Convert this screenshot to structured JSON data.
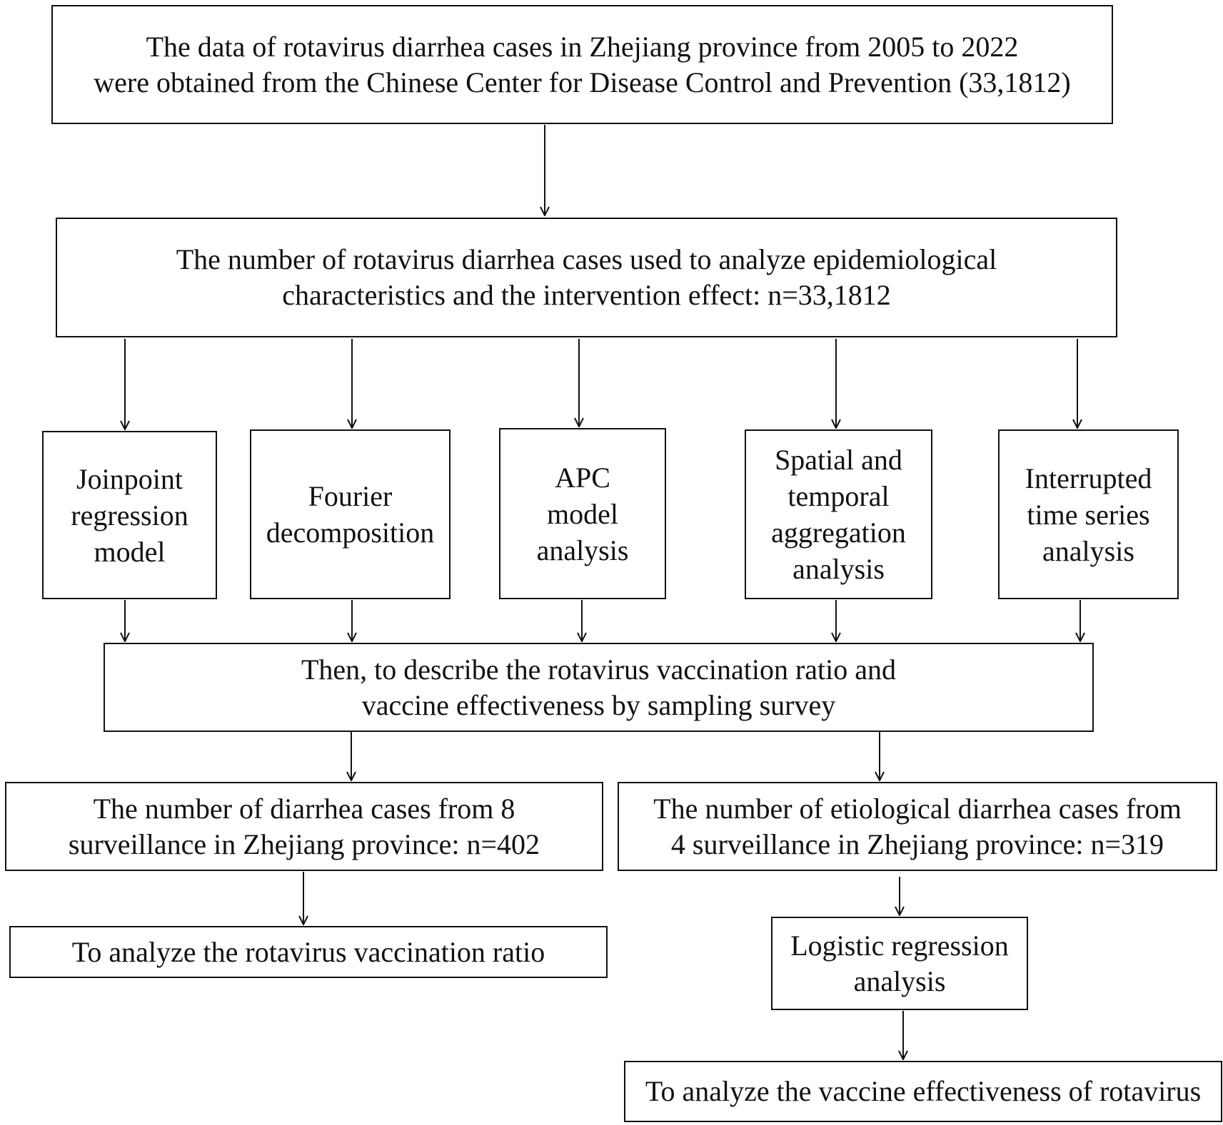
{
  "colors": {
    "line": "#111111",
    "box_border": "#111111",
    "background": "#ffffff"
  },
  "boxes": {
    "source": "The data of rotavirus diarrhea cases in Zhejiang province from 2005 to 2022\nwere obtained from the Chinese Center for Disease Control and Prevention (33,1812)",
    "total": "The number of  rotavirus diarrhea cases used to analyze epidemiological\ncharacteristics and the intervention effect: n=33,1812",
    "joinpoint": "Joinpoint\nregression\nmodel",
    "fourier": "Fourier\ndecomposition",
    "apc": "APC\nmodel\nanalysis",
    "spatial": "Spatial and\ntemporal\naggregation\nanalysis",
    "its": "Interrupted\ntime series\nanalysis",
    "survey": "Then, to describe the rotavirus vaccination ratio and\nvaccine effectiveness by sampling survey",
    "diarrhea8": "The number of diarrhea cases from 8\nsurveillance in Zhejiang province: n=402",
    "etiological4": "The number of etiological diarrhea cases from\n4 surveillance in Zhejiang province: n=319",
    "vaccination_ratio": "To analyze the rotavirus vaccination ratio",
    "logistic": "Logistic regression\nanalysis",
    "vaccine_effectiveness": "To analyze the vaccine effectiveness of rotavirus"
  }
}
